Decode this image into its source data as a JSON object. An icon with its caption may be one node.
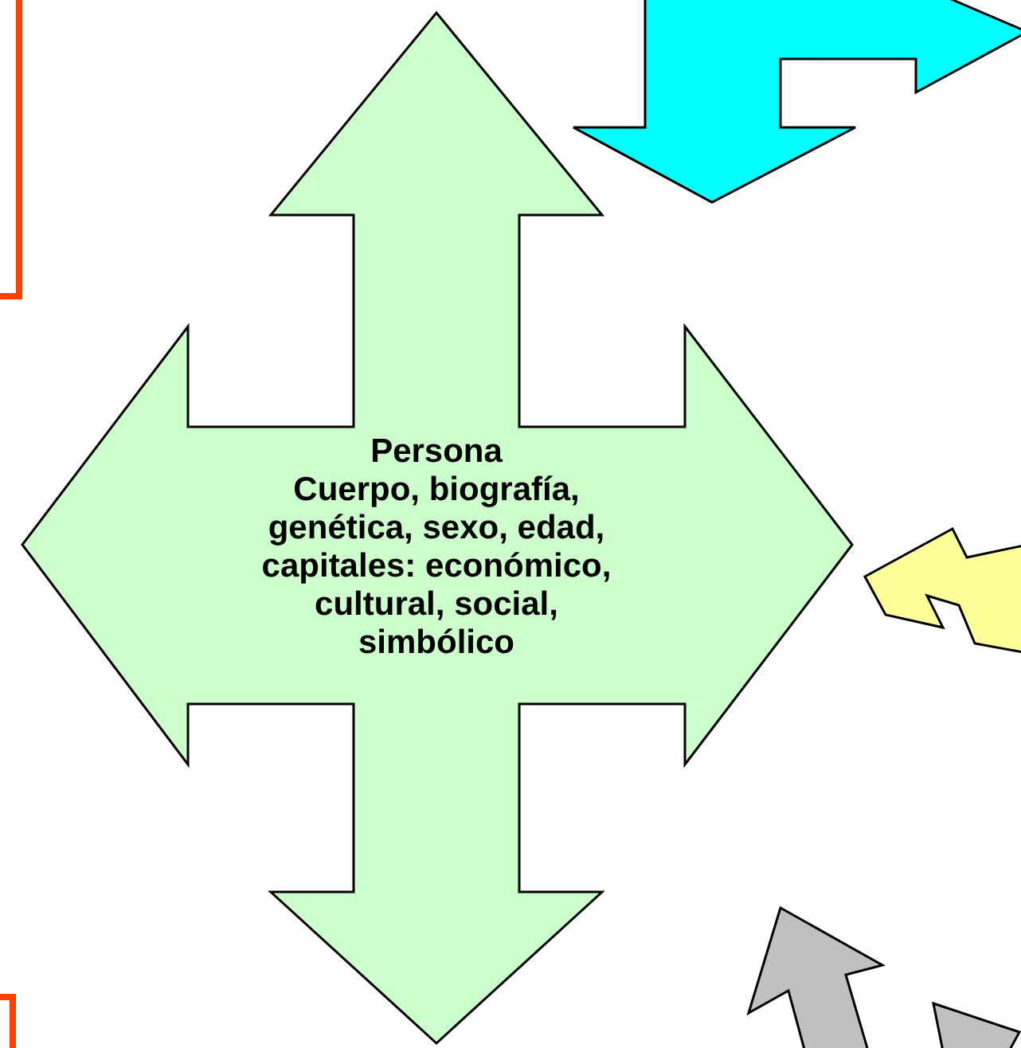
{
  "diagram": {
    "nodes": [
      {
        "text": [],
        "shape": "box"
      },
      {
        "text": [],
        "shape": "arrow"
      },
      {
        "text": [
          "Persona",
          "Cuerpo, biografía, genética, sexo, edad, capitales: económico, cultural, social, simbólico"
        ]
      },
      {
        "text": [],
        "shape": "arrow"
      },
      {
        "text": [],
        "shape": "arrow"
      },
      {
        "text": [],
        "shape": "arrow"
      },
      {
        "text": [],
        "shape": "box"
      }
    ]
  }
}
